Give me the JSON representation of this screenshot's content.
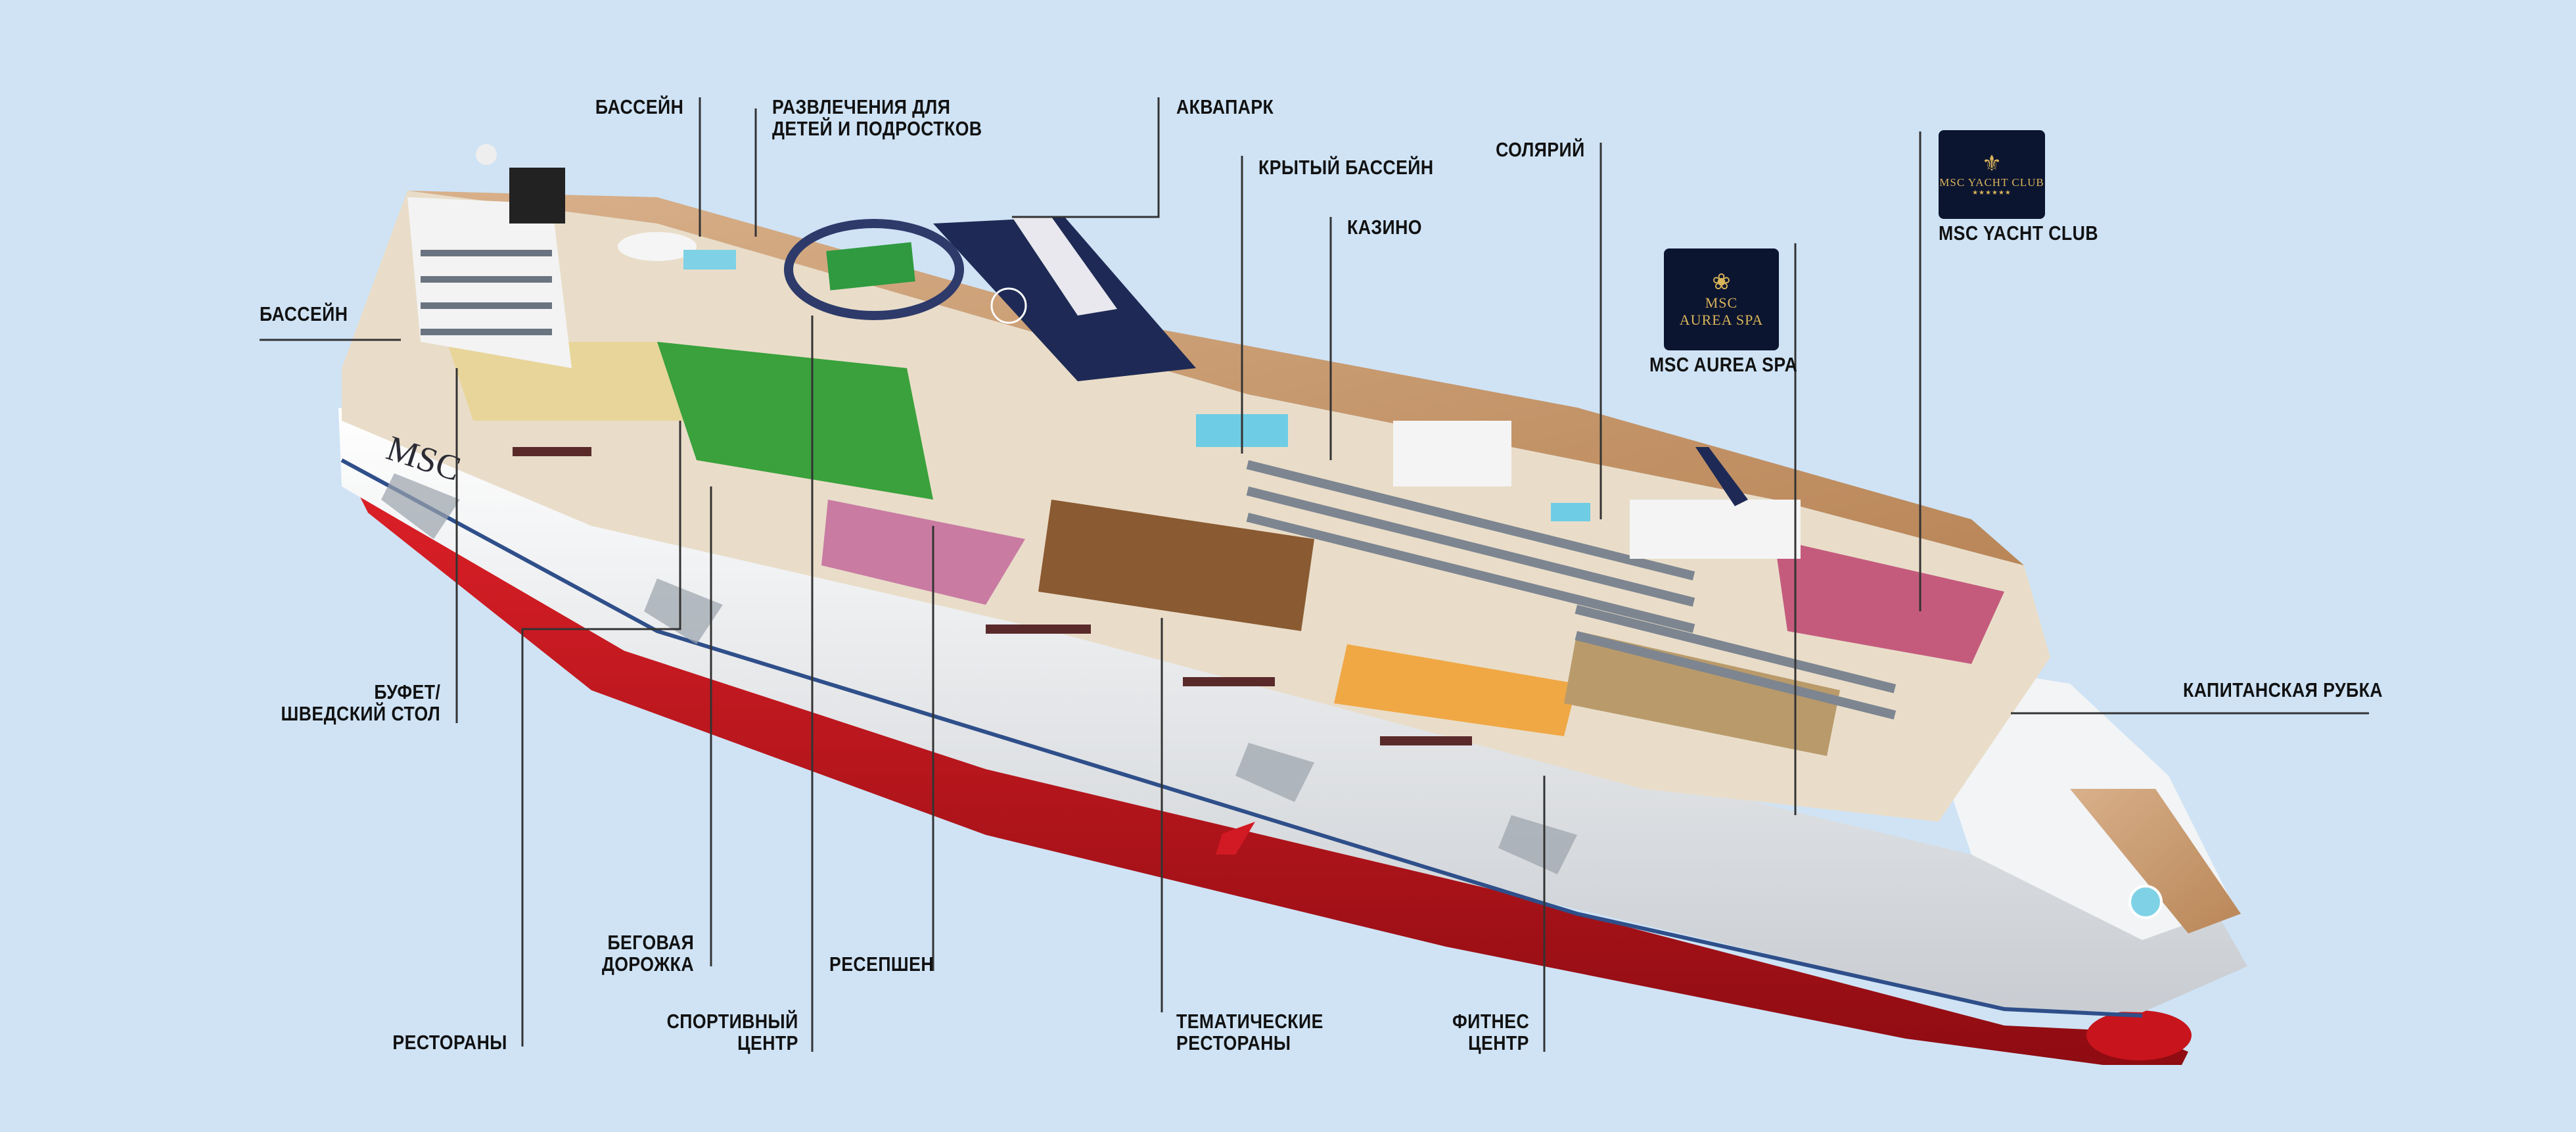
{
  "labels": {
    "pool_top": "БАССЕЙН",
    "kids_1": "РАЗВЛЕЧЕНИЯ ДЛЯ",
    "kids_2": "ДЕТЕЙ И ПОДРОСТКОВ",
    "aquapark": "АКВАПАРК",
    "indoor_pool": "КРЫТЫЙ БАССЕЙН",
    "casino": "КАЗИНО",
    "solarium": "СОЛЯРИЙ",
    "pool_left": "БАССЕЙН",
    "buffet_1": "БУФЕТ/",
    "buffet_2": "ШВЕДСКИЙ СТОЛ",
    "jogging_1": "БЕГОВАЯ",
    "jogging_2": "ДОРОЖКА",
    "reception": "РЕСЕПШЕН",
    "restaurants": "РЕСТОРАНЫ",
    "sport_1": "СПОРТИВНЫЙ",
    "sport_2": "ЦЕНТР",
    "theme_1": "ТЕМАТИЧЕСКИЕ",
    "theme_2": "РЕСТОРАНЫ",
    "fitness_1": "ФИТНЕС",
    "fitness_2": "ЦЕНТР",
    "aurea_spa": "MSC AUREA SPA",
    "yacht_club": "MSC YACHT CLUB",
    "bridge": "КАПИТАНСКАЯ РУБКА"
  },
  "logos": {
    "aurea_l1": "MSC",
    "aurea_l2": "AUREA SPA",
    "yacht_l1": "MSC YACHT CLUB",
    "yacht_l2": "★★★★★★",
    "hull_brand": "MSC"
  },
  "colors": {
    "background": "#cfe3f5",
    "hull_red": "#c8141c",
    "hull_white": "#eef0f2",
    "deck_wood": "#c89a6a",
    "badge_bg": "#0c1530",
    "badge_gold": "#d9b45a"
  }
}
